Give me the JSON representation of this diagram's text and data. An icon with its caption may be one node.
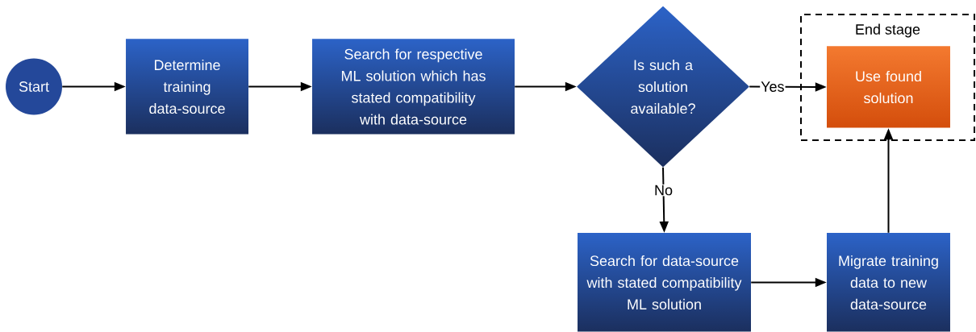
{
  "diagram": {
    "nodes": [
      {
        "text": [
          "Start"
        ]
      },
      {
        "text": [
          "Determine training data-source"
        ]
      },
      {
        "text": [
          "Search for respective ML solution which has stated compatibility with data-source"
        ]
      },
      {
        "text": [
          "Is such a solution available?"
        ]
      },
      {
        "text": [
          "End stage"
        ]
      },
      {
        "text": [
          "Use found solution"
        ],
        "in": 4
      },
      {
        "text": [
          "Search for data-source with stated compatibility ML solution"
        ]
      },
      {
        "text": [
          "Migrate training data to new data-source"
        ]
      }
    ],
    "edges": [
      {
        "from": 0,
        "to": 1,
        "arrow": "to"
      },
      {
        "from": 1,
        "to": 2,
        "arrow": "to"
      },
      {
        "from": 2,
        "to": 3,
        "arrow": "to"
      },
      {
        "from": 3,
        "to": 5,
        "arrow": "to",
        "label": "Yes"
      },
      {
        "from": 3,
        "to": 6,
        "arrow": "to",
        "label": "No"
      },
      {
        "from": 6,
        "to": 7,
        "arrow": "to"
      },
      {
        "from": 7,
        "to": 5,
        "arrow": "to"
      }
    ]
  }
}
